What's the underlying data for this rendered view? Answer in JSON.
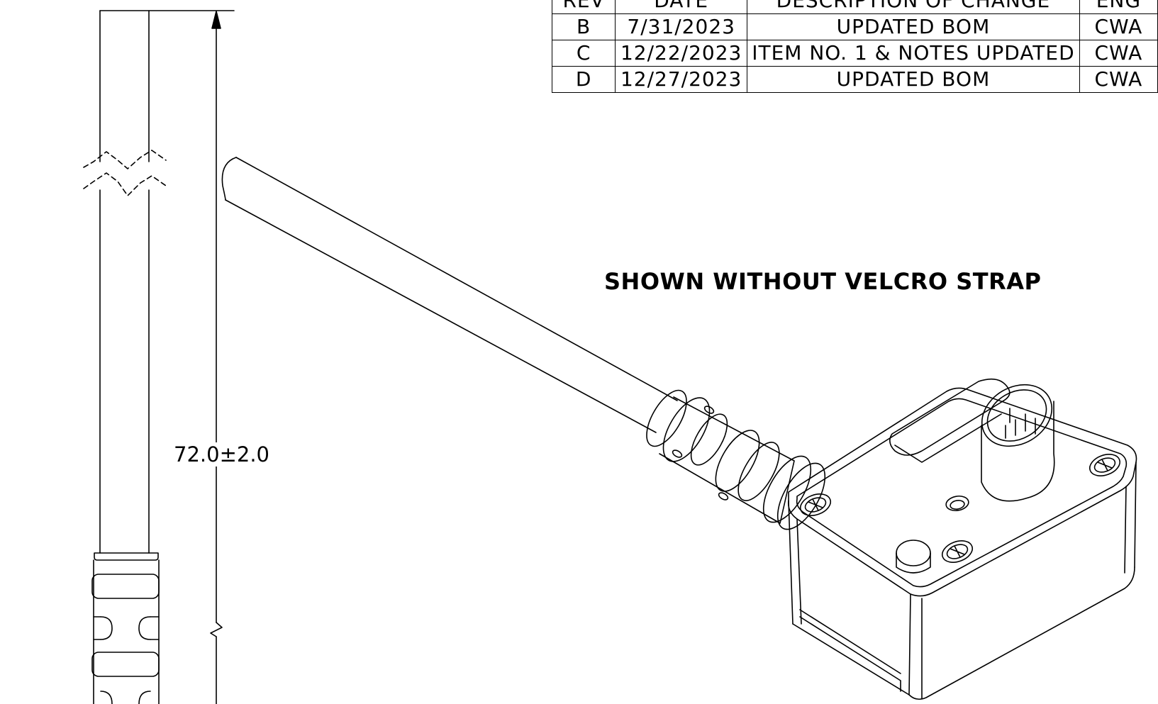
{
  "revision_table": {
    "headers": [
      "REV",
      "DATE",
      "DESCRIPTION OF CHANGE",
      "ENG"
    ],
    "rows": [
      {
        "rev": "B",
        "date": "7/31/2023",
        "description": "UPDATED BOM",
        "eng": "CWA"
      },
      {
        "rev": "C",
        "date": "12/22/2023",
        "description": "ITEM NO. 1 & NOTES UPDATED",
        "eng": "CWA"
      },
      {
        "rev": "D",
        "date": "12/27/2023",
        "description": "UPDATED BOM",
        "eng": "CWA"
      }
    ]
  },
  "note": "SHOWN WITHOUT VELCRO STRAP",
  "dimension": "72.0±2.0"
}
